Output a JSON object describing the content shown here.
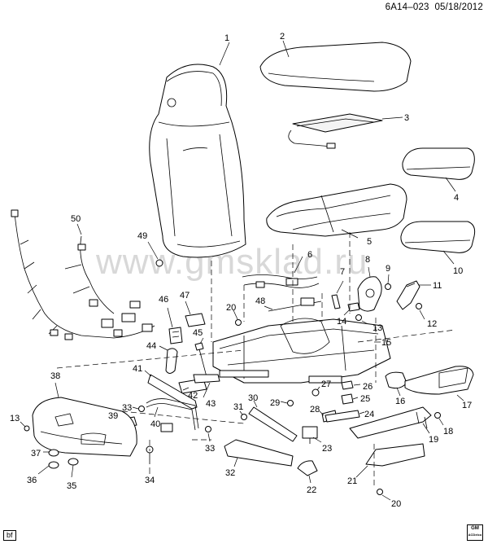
{
  "header": {
    "code": "6A14–023",
    "date": "05/18/2012"
  },
  "watermark": "www.gmsklad.ru",
  "footer_tag": "bf",
  "logo": {
    "line1": "GM",
    "line2": "ACDelco"
  },
  "callouts": {
    "c1": "1",
    "c2": "2",
    "c3": "3",
    "c4": "4",
    "c5": "5",
    "c6": "6",
    "c7": "7",
    "c8": "8",
    "c9": "9",
    "c10": "10",
    "c11": "11",
    "c12": "12",
    "c13a": "13",
    "c13b": "13",
    "c14": "14",
    "c15": "15",
    "c16": "16",
    "c17": "17",
    "c18": "18",
    "c19": "19",
    "c20a": "20",
    "c20b": "20",
    "c21": "21",
    "c22": "22",
    "c23": "23",
    "c24": "24",
    "c25": "25",
    "c26": "26",
    "c27": "27",
    "c28": "28",
    "c29": "29",
    "c30": "30",
    "c31": "31",
    "c32": "32",
    "c33a": "33",
    "c33b": "33",
    "c34": "34",
    "c35": "35",
    "c36": "36",
    "c37": "37",
    "c38": "38",
    "c39": "39",
    "c40": "40",
    "c41": "41",
    "c42": "42",
    "c43": "43",
    "c44": "44",
    "c45": "45",
    "c46": "46",
    "c47": "47",
    "c48": "48",
    "c49": "49",
    "c50": "50"
  }
}
